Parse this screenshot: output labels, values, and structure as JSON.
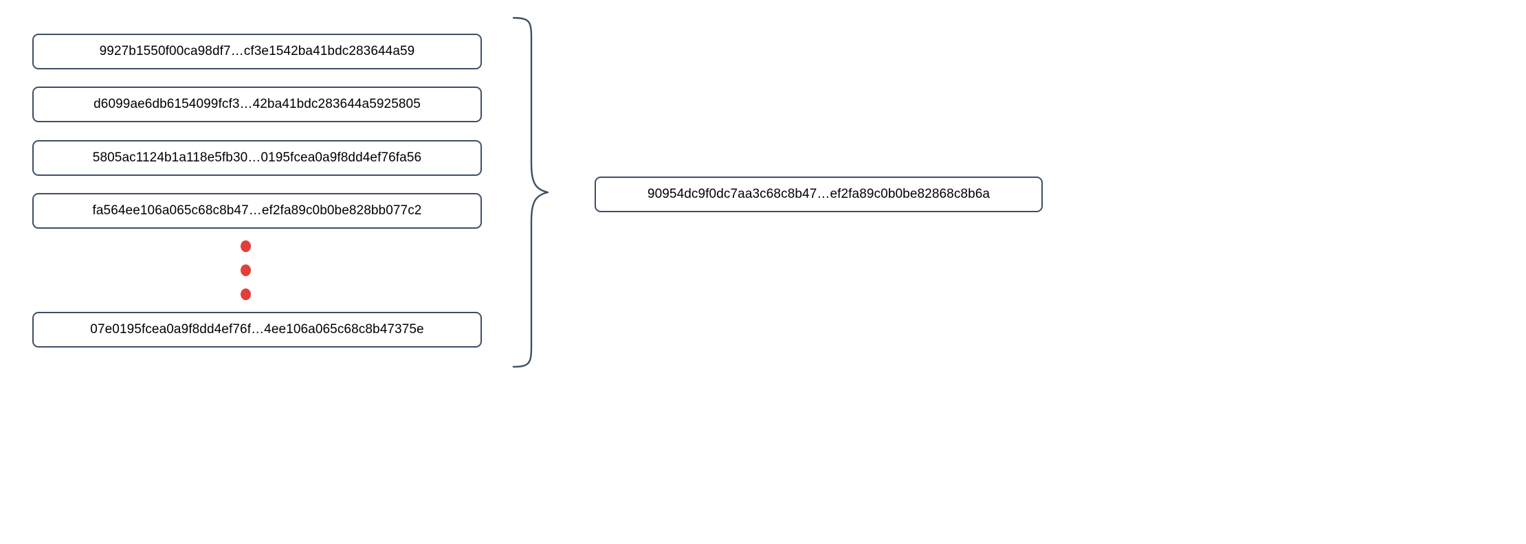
{
  "diagram": {
    "type": "hash-aggregation",
    "description": "Multiple input hash values combined into a single output hash value",
    "colors": {
      "box_border": "#3d4e66",
      "box_background": "#ffffff",
      "text": "#000000",
      "ellipsis_dot": "#e33f38",
      "brace_stroke": "#3d4e66",
      "page_background": "#ffffff"
    },
    "inputs": [
      {
        "id": "input-1",
        "value": "9927b1550f00ca98df7…cf3e1542ba41bdc283644a59"
      },
      {
        "id": "input-2",
        "value": "d6099ae6db6154099fcf3…42ba41bdc283644a5925805"
      },
      {
        "id": "input-3",
        "value": "5805ac1124b1a118e5fb30…0195fcea0a9f8dd4ef76fa56"
      },
      {
        "id": "input-4",
        "value": "fa564ee106a065c68c8b47…ef2fa89c0b0be828bb077c2"
      },
      {
        "id": "input-last",
        "value": "07e0195fcea0a9f8dd4ef76f…4ee106a065c68c8b47375e"
      }
    ],
    "ellipsis": {
      "name": "vertical-ellipsis",
      "dot_count": 3,
      "meaning": "additional omitted hash entries"
    },
    "connector": {
      "name": "curly-brace",
      "orientation": "right-pointing",
      "meaning": "all inputs aggregate into one output"
    },
    "output": {
      "id": "output-1",
      "value": "90954dc9f0dc7aa3c68c8b47…ef2fa89c0b0be82868c8b6a"
    }
  }
}
